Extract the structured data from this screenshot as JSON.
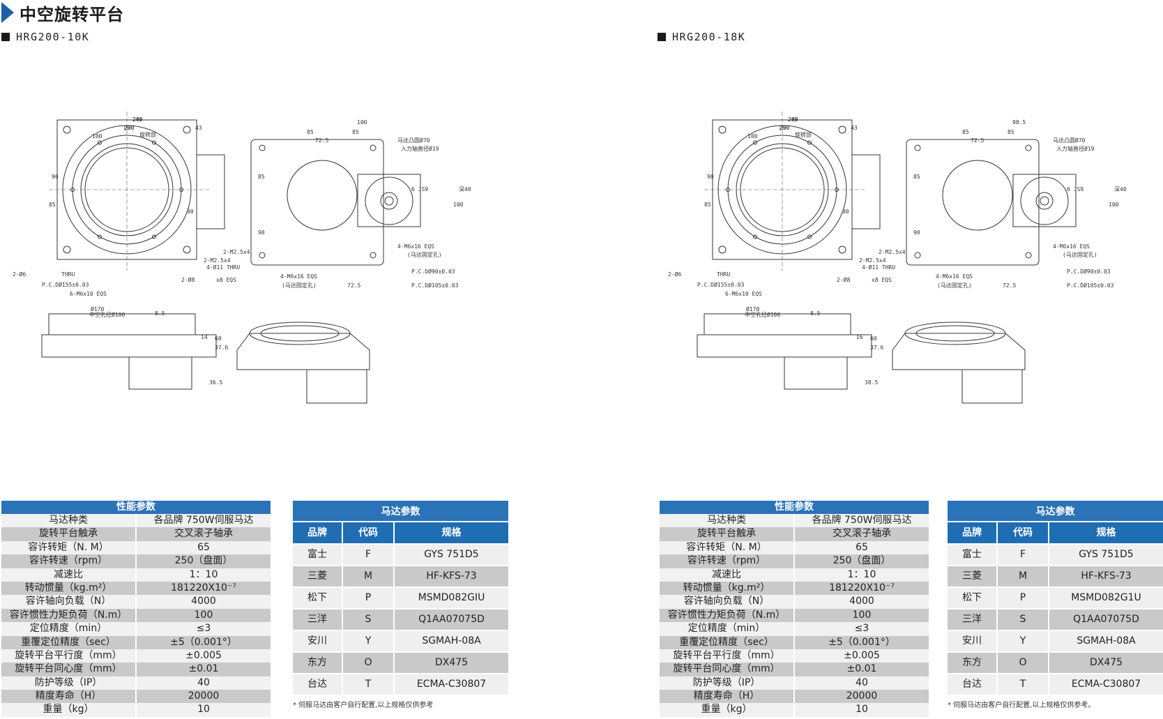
{
  "header": {
    "title": "中空旋转平台"
  },
  "left": {
    "model": "HRG200-10K",
    "perf": {
      "title": "性能参数",
      "rows": [
        [
          "马达种类",
          "各品牌 750W伺服马达"
        ],
        [
          "旋转平台触承",
          "交叉滚子轴承"
        ],
        [
          "容许转矩（N. M）",
          "65"
        ],
        [
          "容许转速（rpm）",
          "250（盘面）"
        ],
        [
          "减速比",
          "1：10"
        ],
        [
          "转动惯量（kg.m²）",
          "181220X10⁻⁷"
        ],
        [
          "容许轴向负载（N）",
          "4000"
        ],
        [
          "容许惯性力矩负荷（N.m）",
          "100"
        ],
        [
          "定位精度（min）",
          "≤3"
        ],
        [
          "重覆定位精度（sec）",
          "±5（0.001°）"
        ],
        [
          "旋转平台平行度（mm）",
          "±0.005"
        ],
        [
          "旋转平台同心度（mm）",
          "±0.01"
        ],
        [
          "防护等级（IP）",
          "40"
        ],
        [
          "精度寿命（H）",
          "20000"
        ],
        [
          "重量（kg）",
          "10"
        ]
      ]
    },
    "motor": {
      "title": "马达参数",
      "headers": [
        "品牌",
        "代码",
        "规格"
      ],
      "rows": [
        [
          "富士",
          "F",
          "GYS 751D5"
        ],
        [
          "三菱",
          "M",
          "HF-KFS-73"
        ],
        [
          "松下",
          "P",
          "MSMD082GIU"
        ],
        [
          "三洋",
          "S",
          "Q1AA07075D"
        ],
        [
          "安川",
          "Y",
          "SGMAH-08A"
        ],
        [
          "东方",
          "O",
          "DX475"
        ],
        [
          "台达",
          "T",
          "ECMA-C30807"
        ]
      ],
      "note": "* 伺服马达由客户自行配置,以上规格仅供参考"
    },
    "dims": {
      "top": [
        "245",
        "200",
        "43",
        "100",
        "100",
        "85",
        "72.5",
        "85"
      ],
      "labels": [
        "旋转部",
        "马达凸圆Ø70",
        "入力轴直径Ø19",
        "6 JS9",
        "深40",
        "2-M2.5x4",
        "2-M2.5x4",
        "4-Ø11 THRU",
        "2-Ø6",
        "THRU",
        "2-Ø8",
        "x8 EQS",
        "P.C.DØ155±0.03",
        "6-M6x10 EQS",
        "4-M6x16 EQS",
        "(马达固定孔)",
        "4-M6x16 EQS",
        "(马达固定孔)",
        "P.C.DØ90±0.03",
        "P.C.DØ105±0.03",
        "72.5",
        "Ø170",
        "中空孔径Ø100",
        "8.5",
        "37.6",
        "60",
        "36.5",
        "14",
        "90",
        "90",
        "85",
        "90",
        "85",
        "100",
        "200",
        "□90"
      ]
    }
  },
  "right": {
    "model": "HRG200-18K",
    "perf": {
      "title": "性能参数",
      "rows": [
        [
          "马达种类",
          "各品牌 750W伺服马达"
        ],
        [
          "旋转平台触承",
          "交叉滚子轴承"
        ],
        [
          "容许转矩（N. M）",
          "65"
        ],
        [
          "容许转速（rpm）",
          "250（盘面）"
        ],
        [
          "减速比",
          "1：10"
        ],
        [
          "转动惯量（kg.m²）",
          "181220X10⁻⁷"
        ],
        [
          "容许轴向负载（N）",
          "4000"
        ],
        [
          "容许惯性力矩负荷（N.m）",
          "100"
        ],
        [
          "定位精度（min）",
          "≤3"
        ],
        [
          "重覆定位精度（sec）",
          "±5（0.001°）"
        ],
        [
          "旋转平台平行度（mm）",
          "±0.005"
        ],
        [
          "旋转平台同心度（mm）",
          "±0.01"
        ],
        [
          "防护等级（IP）",
          "40"
        ],
        [
          "精度寿命（H）",
          "20000"
        ],
        [
          "重量（kg）",
          "10"
        ]
      ]
    },
    "motor": {
      "title": "马达参数",
      "headers": [
        "品牌",
        "代码",
        "规格"
      ],
      "rows": [
        [
          "富士",
          "F",
          "GYS 751D5"
        ],
        [
          "三菱",
          "M",
          "HF-KFS-73"
        ],
        [
          "松下",
          "P",
          "MSMD082G1U"
        ],
        [
          "三洋",
          "S",
          "Q1AA07075D"
        ],
        [
          "安川",
          "Y",
          "SGMAH-08A"
        ],
        [
          "东方",
          "O",
          "DX475"
        ],
        [
          "台达",
          "T",
          "ECMA-C30807"
        ]
      ],
      "note": "* 伺服马达由客户自行配置,以上规格仅供参考。"
    },
    "dims": {
      "top": [
        "245",
        "200",
        "43",
        "100",
        "98.5",
        "85",
        "72.5",
        "85"
      ],
      "labels": [
        "旋转部",
        "马达凸圆Ø70",
        "入力轴直径Ø19",
        "6 JS9",
        "深40",
        "2-M2.5x4",
        "2-M2.5x4",
        "4-Ø11 THRU",
        "2-Ø6",
        "THRU",
        "2-Ø8",
        "x8 EQS",
        "P.C.DØ155±0.03",
        "6-M6x10 EQS",
        "4-M6x16 EQS",
        "(马达固定孔)",
        "4-M6x16 EQS",
        "(马达固定孔)",
        "P.C.DØ90±0.03",
        "P.C.DØ105±0.03",
        "72.5",
        "Ø170",
        "中空孔径Ø100",
        "8.5",
        "37.6",
        "60",
        "38.5",
        "16",
        "90",
        "90",
        "85",
        "90",
        "85",
        "100",
        "200",
        "□90"
      ]
    }
  }
}
